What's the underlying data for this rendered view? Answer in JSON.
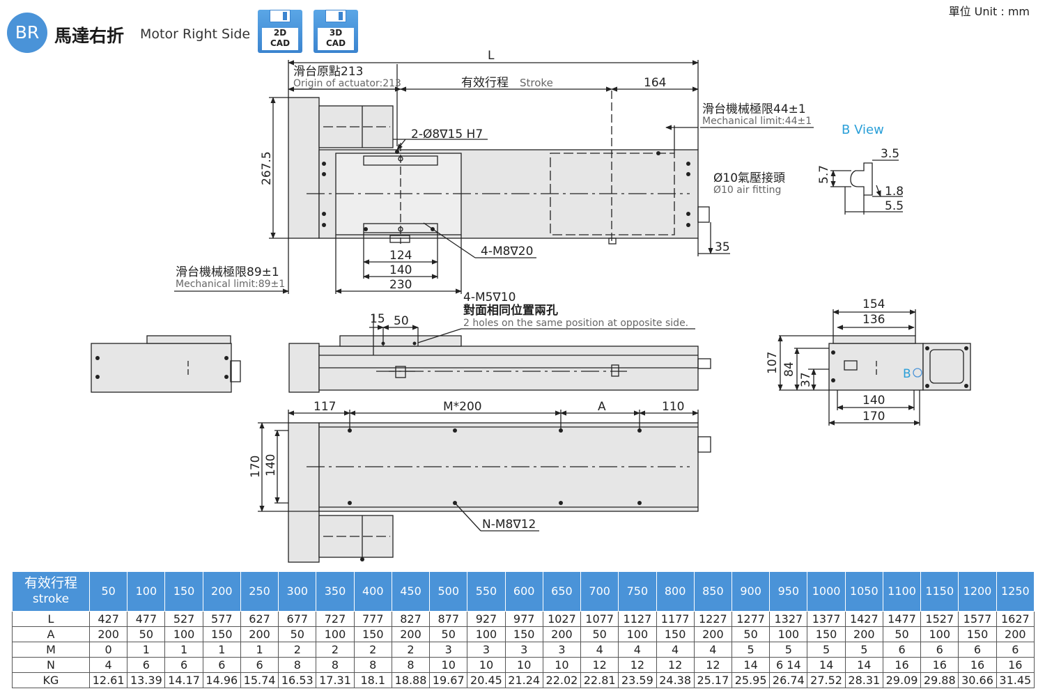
{
  "header": {
    "badge": "BR",
    "title_zh": "馬達右折",
    "title_en": "Motor Right Side",
    "unit": "單位 Unit : mm",
    "cad": [
      {
        "line1": "2D",
        "line2": "CAD"
      },
      {
        "line1": "3D",
        "line2": "CAD"
      }
    ]
  },
  "labels": {
    "L": "L",
    "origin_zh": "滑台原點213",
    "origin_en": "Origin of actuator:213",
    "stroke_zh": "有效行程",
    "stroke_en": "Stroke",
    "d164": "164",
    "mech44_zh": "滑台機械極限44±1",
    "mech44_en": "Mechanical limit:44±1",
    "hole_2d8": "2-Ø8∇15 H7",
    "bview": "B View",
    "d35_top": "3.5",
    "d57": "5.7",
    "d18": "1.8",
    "d55": "5.5",
    "air_zh": "Ø10氣壓接頭",
    "air_en": "Ø10 air fitting",
    "d2675": "267.5",
    "d35": "35",
    "m8_20": "4-M8∇20",
    "d124": "124",
    "d140": "140",
    "d230": "230",
    "mech89_zh": "滑台機械極限89±1",
    "mech89_en": "Mechanical limit:89±1",
    "m5_10": "4-M5∇10",
    "opp_zh": "對面相同位置兩孔",
    "opp_en": "2 holes on the same position at opposite side.",
    "d15": "15",
    "d50": "50",
    "d154": "154",
    "d136": "136",
    "d107": "107",
    "d84": "84",
    "d37": "37",
    "B": "B",
    "d140b": "140",
    "d170b": "170",
    "d117": "117",
    "m200": "M*200",
    "A": "A",
    "d110": "110",
    "d170": "170",
    "d140c": "140",
    "n_m8": "N-M8∇12"
  },
  "table": {
    "corner_zh": "有效行程",
    "corner_en": "stroke",
    "strokes": [
      "50",
      "100",
      "150",
      "200",
      "250",
      "300",
      "350",
      "400",
      "450",
      "500",
      "550",
      "600",
      "650",
      "700",
      "750",
      "800",
      "850",
      "900",
      "950",
      "1000",
      "1050",
      "1100",
      "1150",
      "1200",
      "1250"
    ],
    "rows": [
      {
        "name": "L",
        "values": [
          "427",
          "477",
          "527",
          "577",
          "627",
          "677",
          "727",
          "777",
          "827",
          "877",
          "927",
          "977",
          "1027",
          "1077",
          "1127",
          "1177",
          "1227",
          "1277",
          "1327",
          "1377",
          "1427",
          "1477",
          "1527",
          "1577",
          "1627"
        ]
      },
      {
        "name": "A",
        "values": [
          "200",
          "50",
          "100",
          "150",
          "200",
          "50",
          "100",
          "150",
          "200",
          "50",
          "100",
          "150",
          "200",
          "50",
          "100",
          "150",
          "200",
          "50",
          "100",
          "150",
          "200",
          "50",
          "100",
          "150",
          "200"
        ]
      },
      {
        "name": "M",
        "values": [
          "0",
          "1",
          "1",
          "1",
          "1",
          "2",
          "2",
          "2",
          "2",
          "3",
          "3",
          "3",
          "3",
          "4",
          "4",
          "4",
          "4",
          "5",
          "5",
          "5",
          "5",
          "6",
          "6",
          "6",
          "6"
        ]
      },
      {
        "name": "N",
        "values": [
          "4",
          "6",
          "6",
          "6",
          "6",
          "8",
          "8",
          "8",
          "8",
          "10",
          "10",
          "10",
          "10",
          "12",
          "12",
          "12",
          "12",
          "14",
          "6 14",
          "14",
          "14",
          "16",
          "16",
          "16",
          "16"
        ]
      },
      {
        "name": "KG",
        "values": [
          "12.61",
          "13.39",
          "14.17",
          "14.96",
          "15.74",
          "16.53",
          "17.31",
          "18.1",
          "18.88",
          "19.67",
          "20.45",
          "21.24",
          "22.02",
          "22.81",
          "23.59",
          "24.38",
          "25.17",
          "25.95",
          "26.74",
          "27.52",
          "28.31",
          "29.09",
          "29.88",
          "30.66",
          "31.45"
        ]
      }
    ]
  },
  "colors": {
    "accent": "#4a93d8",
    "body": "#e8e8e8",
    "line": "#222222"
  }
}
